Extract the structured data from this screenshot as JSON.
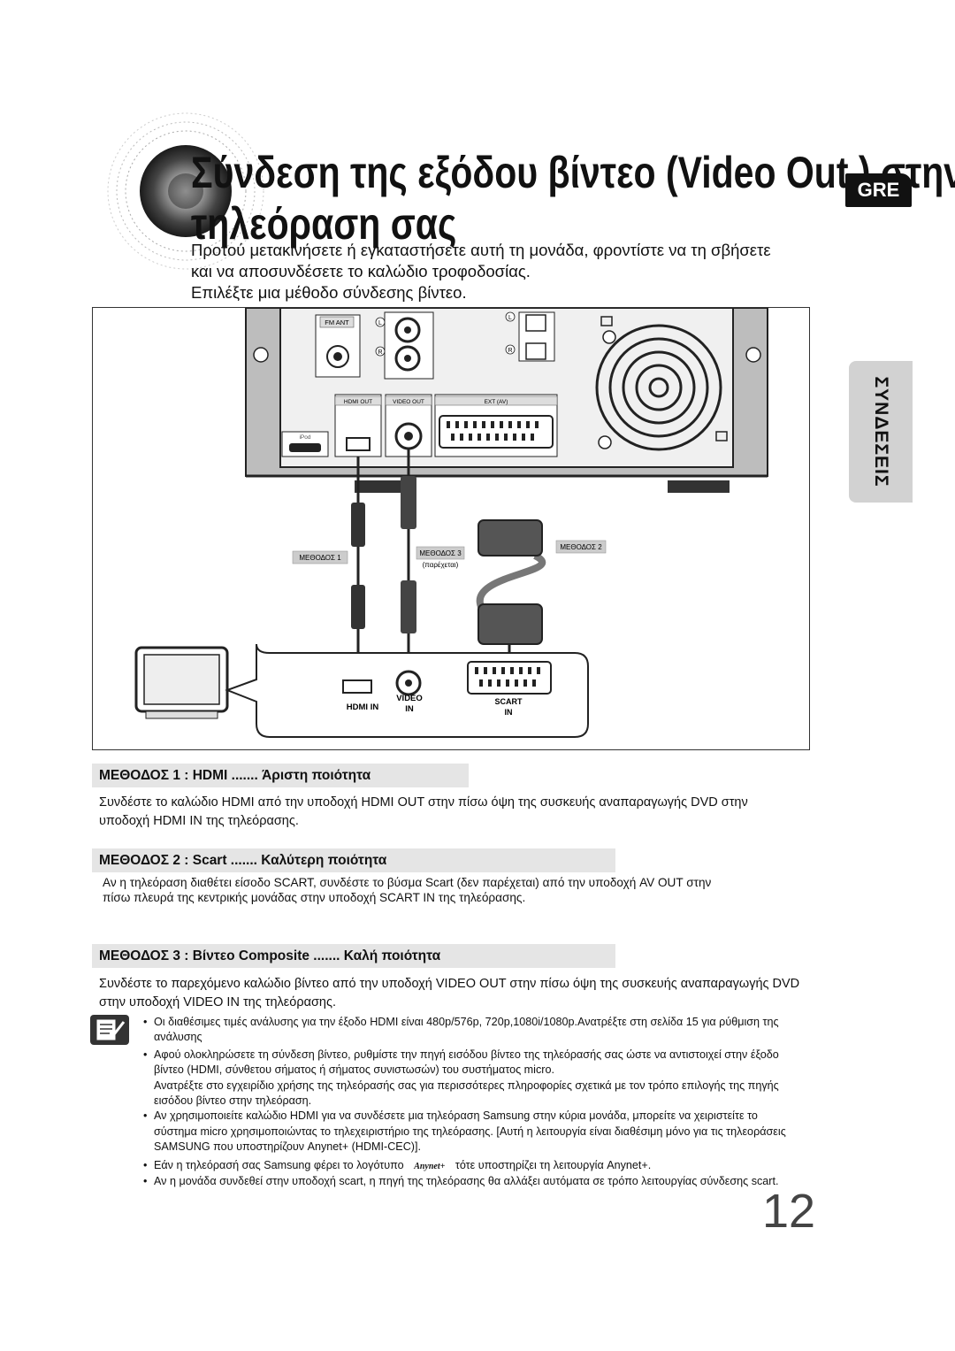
{
  "header": {
    "title_line1": "Σύνδεση της εξόδου βίντεο (Video Out ) στην",
    "title_line2": "τηλεόραση σας",
    "language_badge": "GRE",
    "side_tab": "ΣΥΝΔΕΣΕΙΣ"
  },
  "intro": {
    "line1": "Προτού μετακινήσετε ή εγκαταστήσετε αυτή τη μονάδα, φροντίστε να τη σβήσετε",
    "line2": "και να αποσυνδέσετε το καλώδιο τροφοδοσίας.",
    "line3": "Επιλέξτε μια μέθοδο σύνδεσης βίντεο."
  },
  "diagram": {
    "fm_ant": "FM ANT",
    "hdmi_out": "HDMI OUT",
    "video_out": "VIDEO OUT",
    "ext_av": "EXT (AV)",
    "ipod": "iPod",
    "label_l": "L",
    "label_r": "R",
    "method1": "ΜΕΘΟΔΟΣ 1",
    "method2": "ΜΕΘΟΔΟΣ 2",
    "method3": "ΜΕΘΟΔΟΣ 3",
    "method3_note": "(παρέχεται)",
    "hdmi_in": "HDMI IN",
    "video_in_1": "VIDEO",
    "video_in_2": "IN",
    "scart_in_1": "SCART",
    "scart_in_2": "IN"
  },
  "methods": [
    {
      "heading": "ΜΕΘΟΔΟΣ 1 : HDMI ....... Άριστη ποιότητα",
      "text_line1": "Συνδέστε το καλώδιο HDMI από την υποδοχή HDMI OUT στην πίσω όψη της συσκευής αναπαραγωγής DVD στην",
      "text_line2": "υποδοχή HDMI IN της τηλεόρασης."
    },
    {
      "heading": "ΜΕΘΟΔΟΣ 2 : Scart ....... Καλύτερη ποιότητα",
      "text_line1": "Αν η τηλεόραση διαθέτει είσοδο SCART, συνδέστε το βύσμα Scart (δεν παρέχεται) από την υποδοχή AV OUT στην",
      "text_line2": "πίσω πλευρά της κεντρικής μονάδας στην υποδοχή SCART IN της τηλεόρασης."
    },
    {
      "heading": "ΜΕΘΟΔΟΣ 3 : Βίντεο Composite ....... Καλή ποιότητα",
      "text_line1": "Συνδέστε το παρεχόμενο καλώδιο βίντεο από την υποδοχή VIDEO OUT στην πίσω όψη της συσκευής αναπαραγωγής DVD",
      "text_line2": "στην υποδοχή VIDEO IN της τηλεόρασης."
    }
  ],
  "notes": {
    "n1_a": "Οι διαθέσιμες τιμές ανάλυσης για την έξοδο HDMI είναι 480p/576p, 720p,1080i/1080p.Ανατρέξτε στη σελίδα 15 για ρύθμιση της",
    "n1_b": "ανάλυσης",
    "n2_a": "Αφού ολοκληρώσετε τη σύνδεση βίντεο, ρυθμίστε την πηγή εισόδου βίντεο της τηλεόρασής σας ώστε να αντιστοιχεί στην έξοδο",
    "n2_b": "βίντεο (HDMI, σύνθετου σήματος ή σήματος συνιστωσών) του συστήματος micro.",
    "n2_c": "Ανατρέξτε στο εγχειρίδιο χρήσης της τηλεόρασής σας για περισσότερες πληροφορίες σχετικά με τον τρόπο επιλογής της πηγής",
    "n2_d": "εισόδου βίντεο στην τηλεόραση.",
    "n3_a": "Αν χρησιμοποιείτε καλώδιο HDMI για να συνδέσετε μια τηλεόραση Samsung στην κύρια μονάδα, μπορείτε να χειριστείτε το",
    "n3_b": "σύστημα micro χρησιμοποιώντας το τηλεχειριστήριο της τηλεόρασης. [Αυτή η λειτουργία είναι διαθέσιμη μόνο για τις τηλεοράσεις",
    "n3_c": "SAMSUNG που υποστηρίζουν Anynet+ (HDMI-CEC)].",
    "n4_pre": "Εάν η τηλεόρασή σας Samsung φέρει το λογότυπο",
    "n4_logo": "Anynet+",
    "n4_post": "τότε υποστηρίζει τη λειτουργία Anynet+.",
    "n5": "Αν η μονάδα συνδεθεί στην υποδοχή scart, η πηγή της τηλεόρασης θα αλλάξει αυτόματα σε τρόπο λειτουργίας σύνδεσης scart."
  },
  "page_number": "12"
}
